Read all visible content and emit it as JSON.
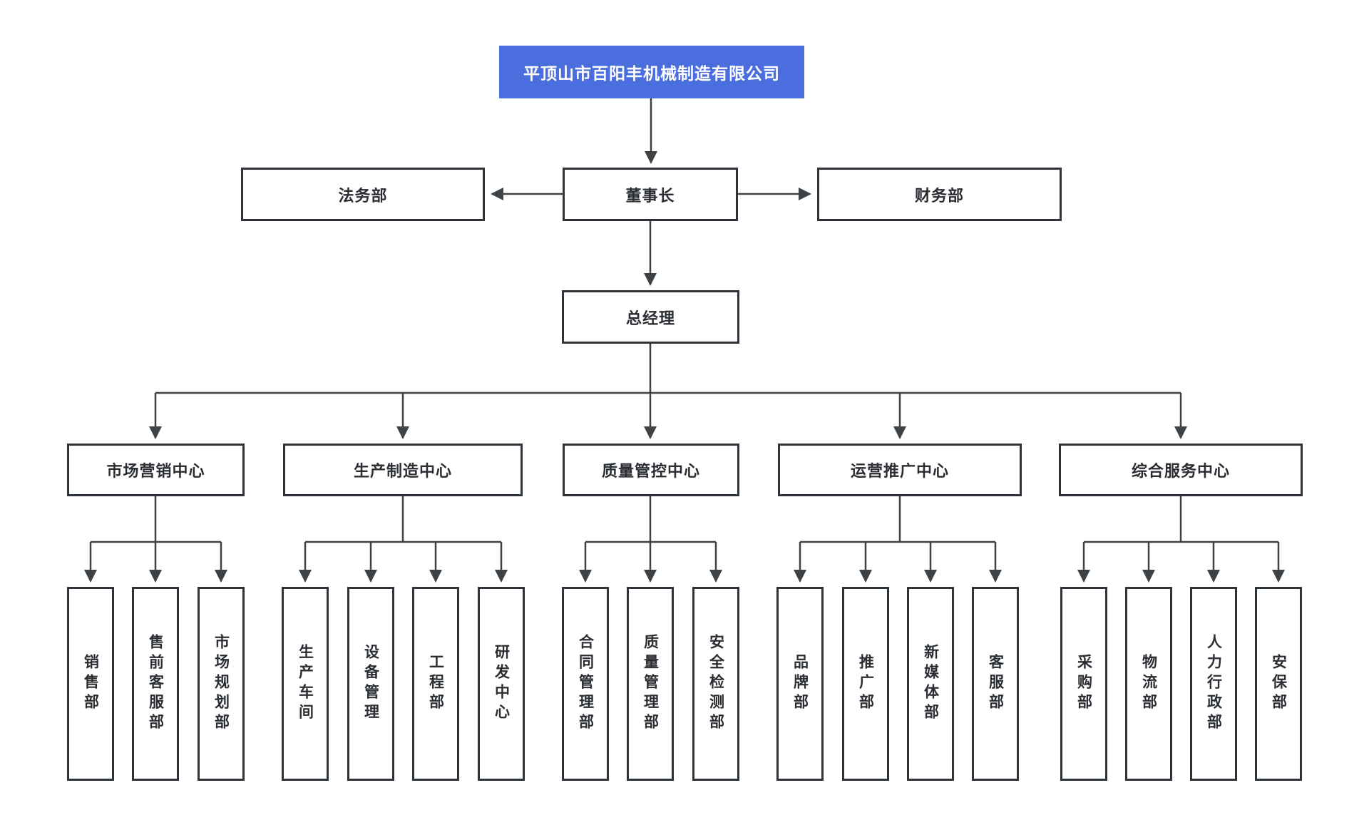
{
  "company": {
    "name": "平顶山市百阳丰机械制造有限公司"
  },
  "executive": {
    "chairman": "董事长",
    "legal_dept": "法务部",
    "finance_dept": "财务部",
    "general_manager": "总经理"
  },
  "centers": [
    {
      "label": "市场营销中心",
      "children": [
        "销售部",
        "售前客服部",
        "市场规划部"
      ]
    },
    {
      "label": "生产制造中心",
      "children": [
        "生产车间",
        "设备管理",
        "工程部",
        "研发中心"
      ]
    },
    {
      "label": "质量管控中心",
      "children": [
        "合同管理部",
        "质量管理部",
        "安全检测部"
      ]
    },
    {
      "label": "运营推广中心",
      "children": [
        "品牌部",
        "推广部",
        "新媒体部",
        "客服部"
      ]
    },
    {
      "label": "综合服务中心",
      "children": [
        "采购部",
        "物流部",
        "人力行政部",
        "安保部"
      ]
    }
  ],
  "colors": {
    "root_background": "#4a6edd",
    "root_text": "#ffffff",
    "box_border": "#2e343a",
    "connector_line": "#3d4247",
    "label_text": "#2a2e33",
    "page_background": "#ffffff"
  }
}
